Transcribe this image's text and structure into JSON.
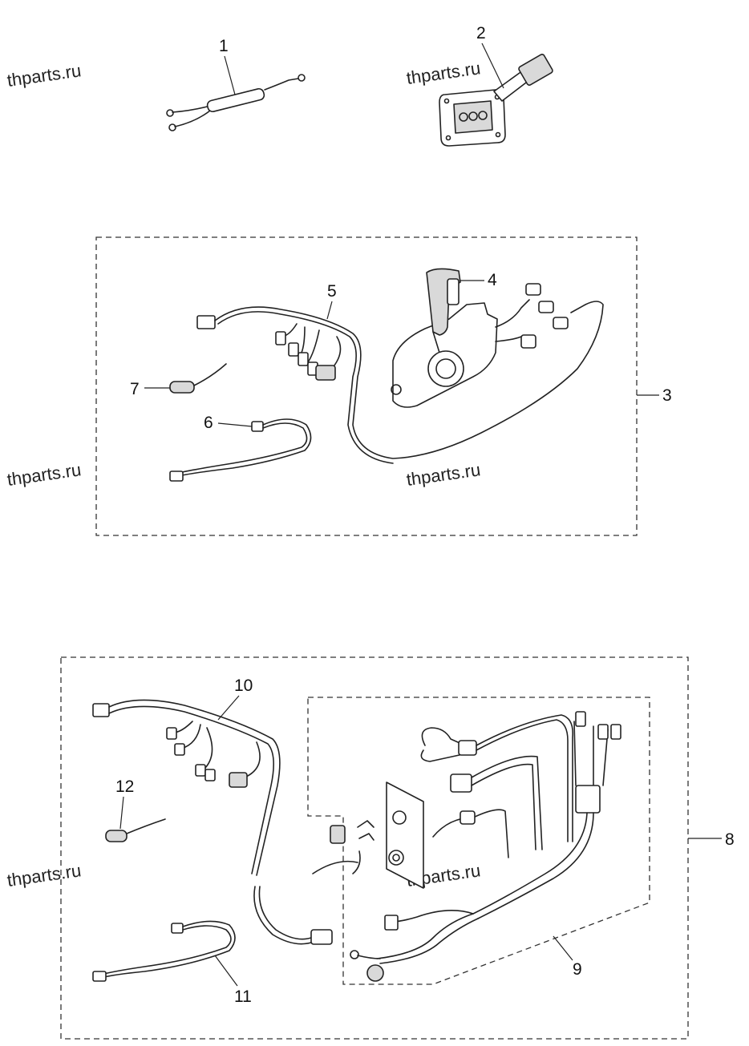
{
  "watermark": "thparts.ru",
  "callouts": {
    "c1": "1",
    "c2": "2",
    "c3": "3",
    "c4": "4",
    "c5": "5",
    "c6": "6",
    "c7": "7",
    "c8": "8",
    "c9": "9",
    "c10": "10",
    "c11": "11",
    "c12": "12"
  }
}
